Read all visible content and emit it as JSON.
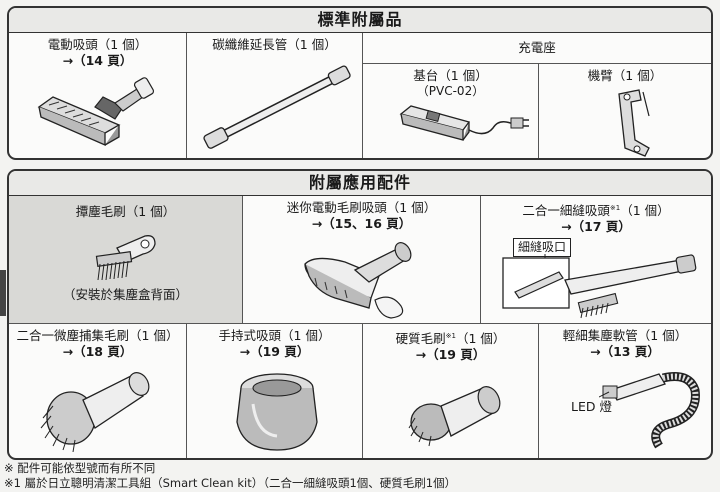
{
  "standard": {
    "title": "標準附屬品",
    "items": [
      {
        "label": "電動吸頭（1 個）",
        "ref": "→（14 頁）"
      },
      {
        "label": "碳纖維延長管（1 個）"
      },
      {
        "label": "基台（1 個）",
        "sub": "（PVC-02）"
      },
      {
        "label": "機臂（1 個）"
      }
    ],
    "charger_label": "充電座"
  },
  "accessories": {
    "title": "附屬應用配件",
    "items": [
      {
        "label": "撢塵毛刷（1 個）",
        "note": "（安裝於集塵盒背面）"
      },
      {
        "label": "迷你電動毛刷吸頭（1 個）",
        "ref": "→（15、16 頁）"
      },
      {
        "label": "二合一細縫吸頭",
        "sup": "※1",
        "label_tail": "（1 個）",
        "ref": "→（17 頁）",
        "callout": "細縫吸口"
      },
      {
        "label": "二合一微塵捕集毛刷（1 個）",
        "ref": "→（18 頁）"
      },
      {
        "label": "手持式吸頭（1 個）",
        "ref": "→（19 頁）"
      },
      {
        "label": "硬質毛刷",
        "sup": "※1",
        "label_tail": "（1 個）",
        "ref": "→（19 頁）"
      },
      {
        "label": "輕細集塵軟管（1 個）",
        "ref": "→（13 頁）",
        "callout": "LED 燈"
      }
    ]
  },
  "footnotes": [
    "※  配件可能依型號而有所不同",
    "※1 屬於日立聰明清潔工具組（Smart Clean kit）（二合一細縫吸頭1個、硬質毛刷1個）"
  ]
}
